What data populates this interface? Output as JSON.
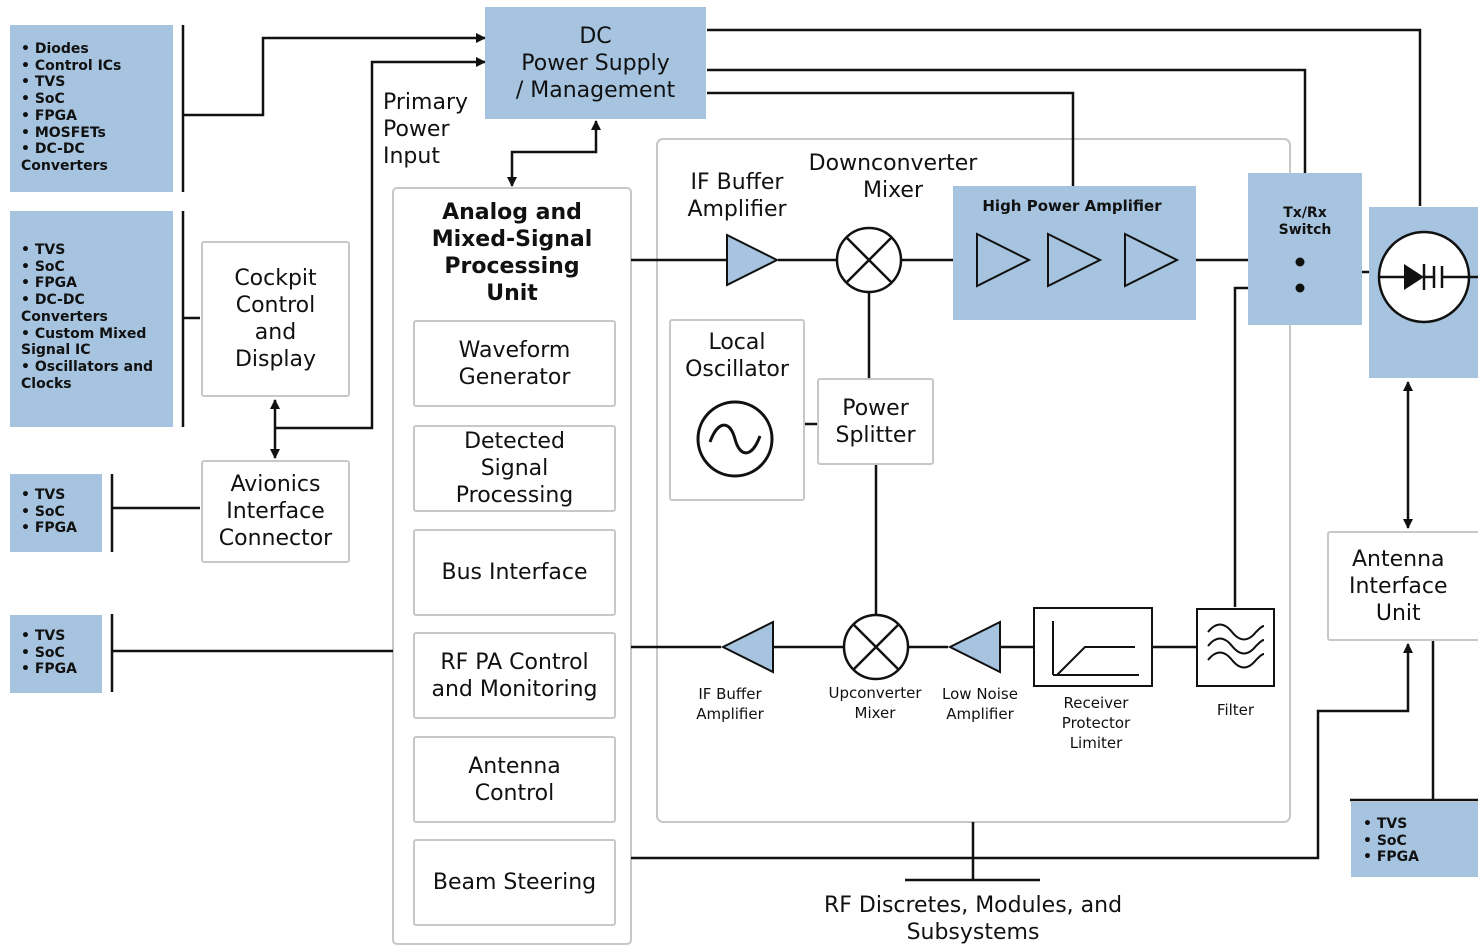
{
  "colors": {
    "component_fill": "#a6c4df",
    "box_border": "#c8c8c8",
    "line": "#111111"
  },
  "parts_lists": {
    "power_parts": [
      "Diodes",
      "Control ICs",
      "TVS",
      "SoC",
      "FPGA",
      "MOSFETs",
      "DC-DC Converters"
    ],
    "cockpit_parts": [
      "TVS",
      "SoC",
      "FPGA",
      "DC-DC Converters",
      "Custom Mixed Signal IC",
      "Oscillators and Clocks"
    ],
    "avionics_parts": [
      "TVS",
      "SoC",
      "FPGA"
    ],
    "processing_parts": [
      "TVS",
      "SoC",
      "FPGA"
    ],
    "antenna_parts": [
      "TVS",
      "SoC",
      "FPGA"
    ]
  },
  "blocks": {
    "dc_power": "DC\nPower Supply\n/ Management",
    "primary_power": "Primary\nPower\nInput",
    "cockpit": "Cockpit\nControl\nand\nDisplay",
    "avionics": "Avionics\nInterface\nConnector",
    "processing_title": "Analog and\nMixed-Signal\nProcessing\nUnit",
    "waveform": "Waveform\nGenerator",
    "detected": "Detected\nSignal\nProcessing",
    "bus": "Bus Interface",
    "rfpa": "RF PA Control\nand Monitoring",
    "antenna_control": "Antenna\nControl",
    "beam": "Beam Steering",
    "if_buffer_top": "IF Buffer\nAmplifier",
    "downconverter": "Downconverter\nMixer",
    "hpa": "High Power Amplifier",
    "txrx": "Tx/Rx\nSwitch",
    "local_osc": "Local\nOscillator",
    "power_splitter": "Power\nSplitter",
    "if_buffer_bottom": "IF Buffer\nAmplifier",
    "upconverter": "Upconverter\nMixer",
    "lna": "Low Noise\nAmplifier",
    "receiver_protector": "Receiver\nProtector\nLimiter",
    "filter": "Filter",
    "antenna_interface": "Antenna\nInterface\nUnit",
    "rf_discretes": "RF Discretes, Modules, and\nSubsystems"
  },
  "icons": [
    "amplifier-triangle-icon",
    "mixer-icon",
    "sine-wave-icon",
    "limiter-curve-icon",
    "filter-icon",
    "antenna-diode-icon",
    "switch-icon"
  ]
}
